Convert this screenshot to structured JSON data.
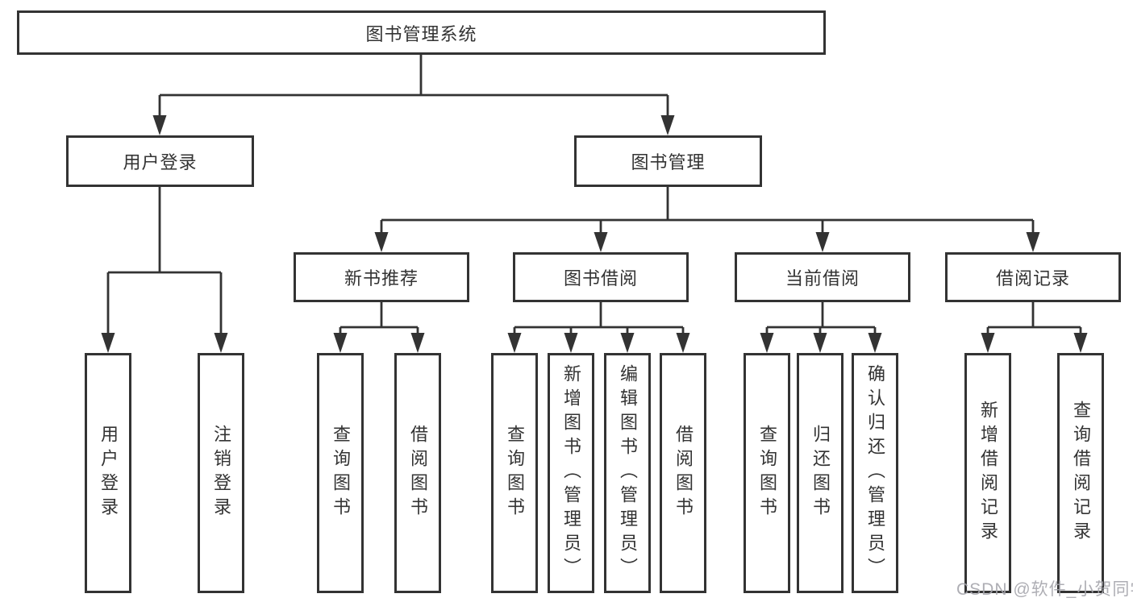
{
  "diagram": {
    "type": "hierarchy-tree",
    "title": "图书管理系统",
    "nodes": {
      "root": "图书管理系统",
      "user_login": "用户登录",
      "book_management": "图书管理",
      "login": "用户登录",
      "logout": "注销登录",
      "new_book_recommend": "新书推荐",
      "book_borrow": "图书借阅",
      "current_borrow": "当前借阅",
      "borrow_records": "借阅记录",
      "nb_query_books": "查询图书",
      "nb_borrow_books": "借阅图书",
      "bb_query_books": "查询图书",
      "bb_add_books": "新增图书（管理员）",
      "bb_edit_books": "编辑图书（管理员）",
      "bb_borrow_books": "借阅图书",
      "cb_query_books": "查询图书",
      "cb_return_books": "归还图书",
      "cb_confirm_return": "确认归还（管理员）",
      "br_add_record": "新增借阅记录",
      "br_query_record": "查询借阅记录"
    },
    "hierarchy": {
      "图书管理系统": {
        "用户登录": [
          "用户登录",
          "注销登录"
        ],
        "图书管理": {
          "新书推荐": [
            "查询图书",
            "借阅图书"
          ],
          "图书借阅": [
            "查询图书",
            "新增图书（管理员）",
            "编辑图书（管理员）",
            "借阅图书"
          ],
          "当前借阅": [
            "查询图书",
            "归还图书",
            "确认归还（管理员）"
          ],
          "借阅记录": [
            "新增借阅记录",
            "查询借阅记录"
          ]
        }
      }
    }
  },
  "watermark": "CSDN @软件_小贺同学",
  "colors": {
    "background": "#ffffff",
    "box_fill": "#ffffff",
    "box_border": "#333333",
    "line": "#333333",
    "text": "#333333",
    "watermark": "#a5a5ac"
  }
}
